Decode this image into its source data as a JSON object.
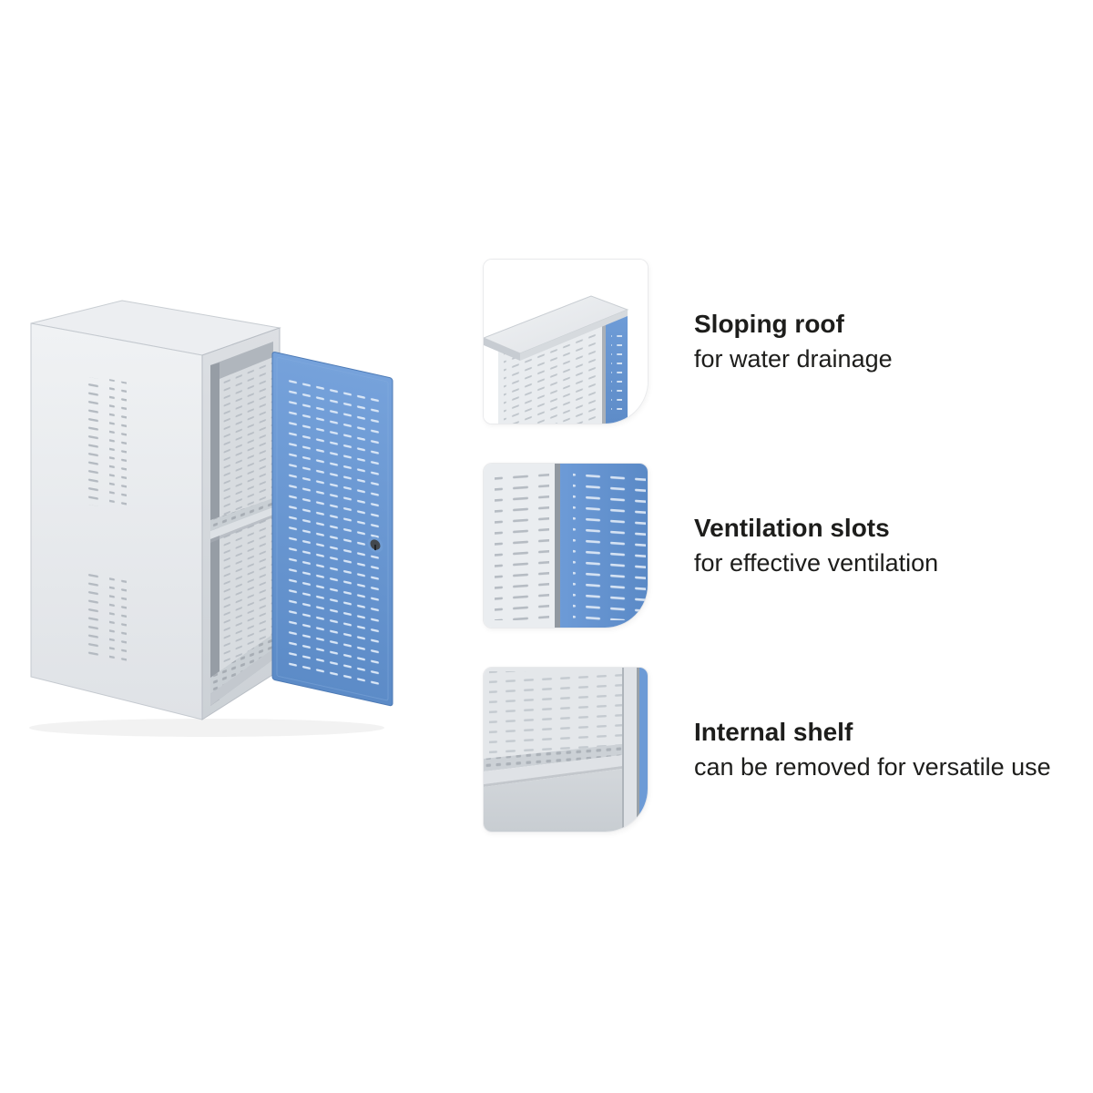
{
  "page": {
    "background_color": "#ffffff"
  },
  "product_image": {
    "alt": "Grey cupboard with open perforated blue door, two compartments and internal shelf",
    "body_color": "#e7eaee",
    "door_color": "#6496d2",
    "interior_color": "#b0b6bd"
  },
  "features": [
    {
      "id": "sloping-roof",
      "title": "Sloping roof",
      "subtitle": "for water drainage",
      "thumbnail": "sloping-roof-detail"
    },
    {
      "id": "ventilation-slots",
      "title": "Ventilation slots",
      "subtitle": "for effective ventilation",
      "thumbnail": "ventilation-slots-detail"
    },
    {
      "id": "internal-shelf",
      "title": "Internal shelf",
      "subtitle": "can be removed for versatile use",
      "thumbnail": "internal-shelf-detail"
    }
  ]
}
